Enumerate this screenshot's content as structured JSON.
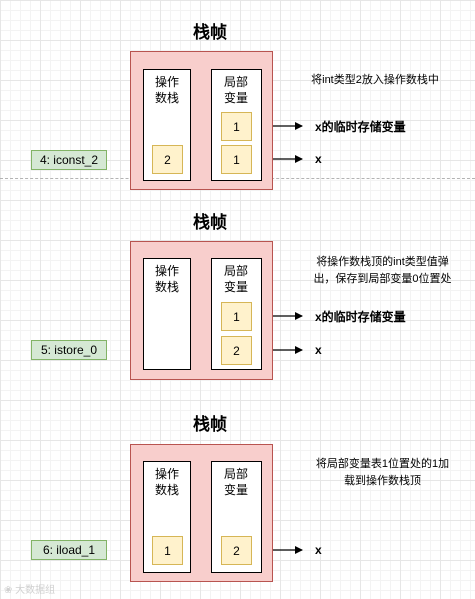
{
  "sections": [
    {
      "title": "栈帧",
      "operand_stack_label": "操作\n数栈",
      "local_vars_label": "局部\n变量",
      "instruction": "4: iconst_2",
      "note": "将int类型2放入操作数栈中",
      "local_slots": [
        "1",
        "1"
      ],
      "stack_slots": [
        "2"
      ],
      "targets": [
        "x的临时存储变量",
        "x"
      ]
    },
    {
      "title": "栈帧",
      "operand_stack_label": "操作\n数栈",
      "local_vars_label": "局部\n变量",
      "instruction": "5: istore_0",
      "note": "将操作数栈顶的int类型值弹\n出，保存到局部变量0位置处",
      "local_slots": [
        "1",
        "2"
      ],
      "stack_slots": [],
      "targets": [
        "x的临时存储变量",
        "x"
      ]
    },
    {
      "title": "栈帧",
      "operand_stack_label": "操作\n数栈",
      "local_vars_label": "局部\n变量",
      "instruction": "6: iload_1",
      "note": "将局部变量表1位置处的1加\n载到操作数栈顶",
      "local_slots": [
        "2"
      ],
      "stack_slots": [
        "1"
      ],
      "targets": [
        "x"
      ]
    }
  ],
  "watermark": "大数据组"
}
